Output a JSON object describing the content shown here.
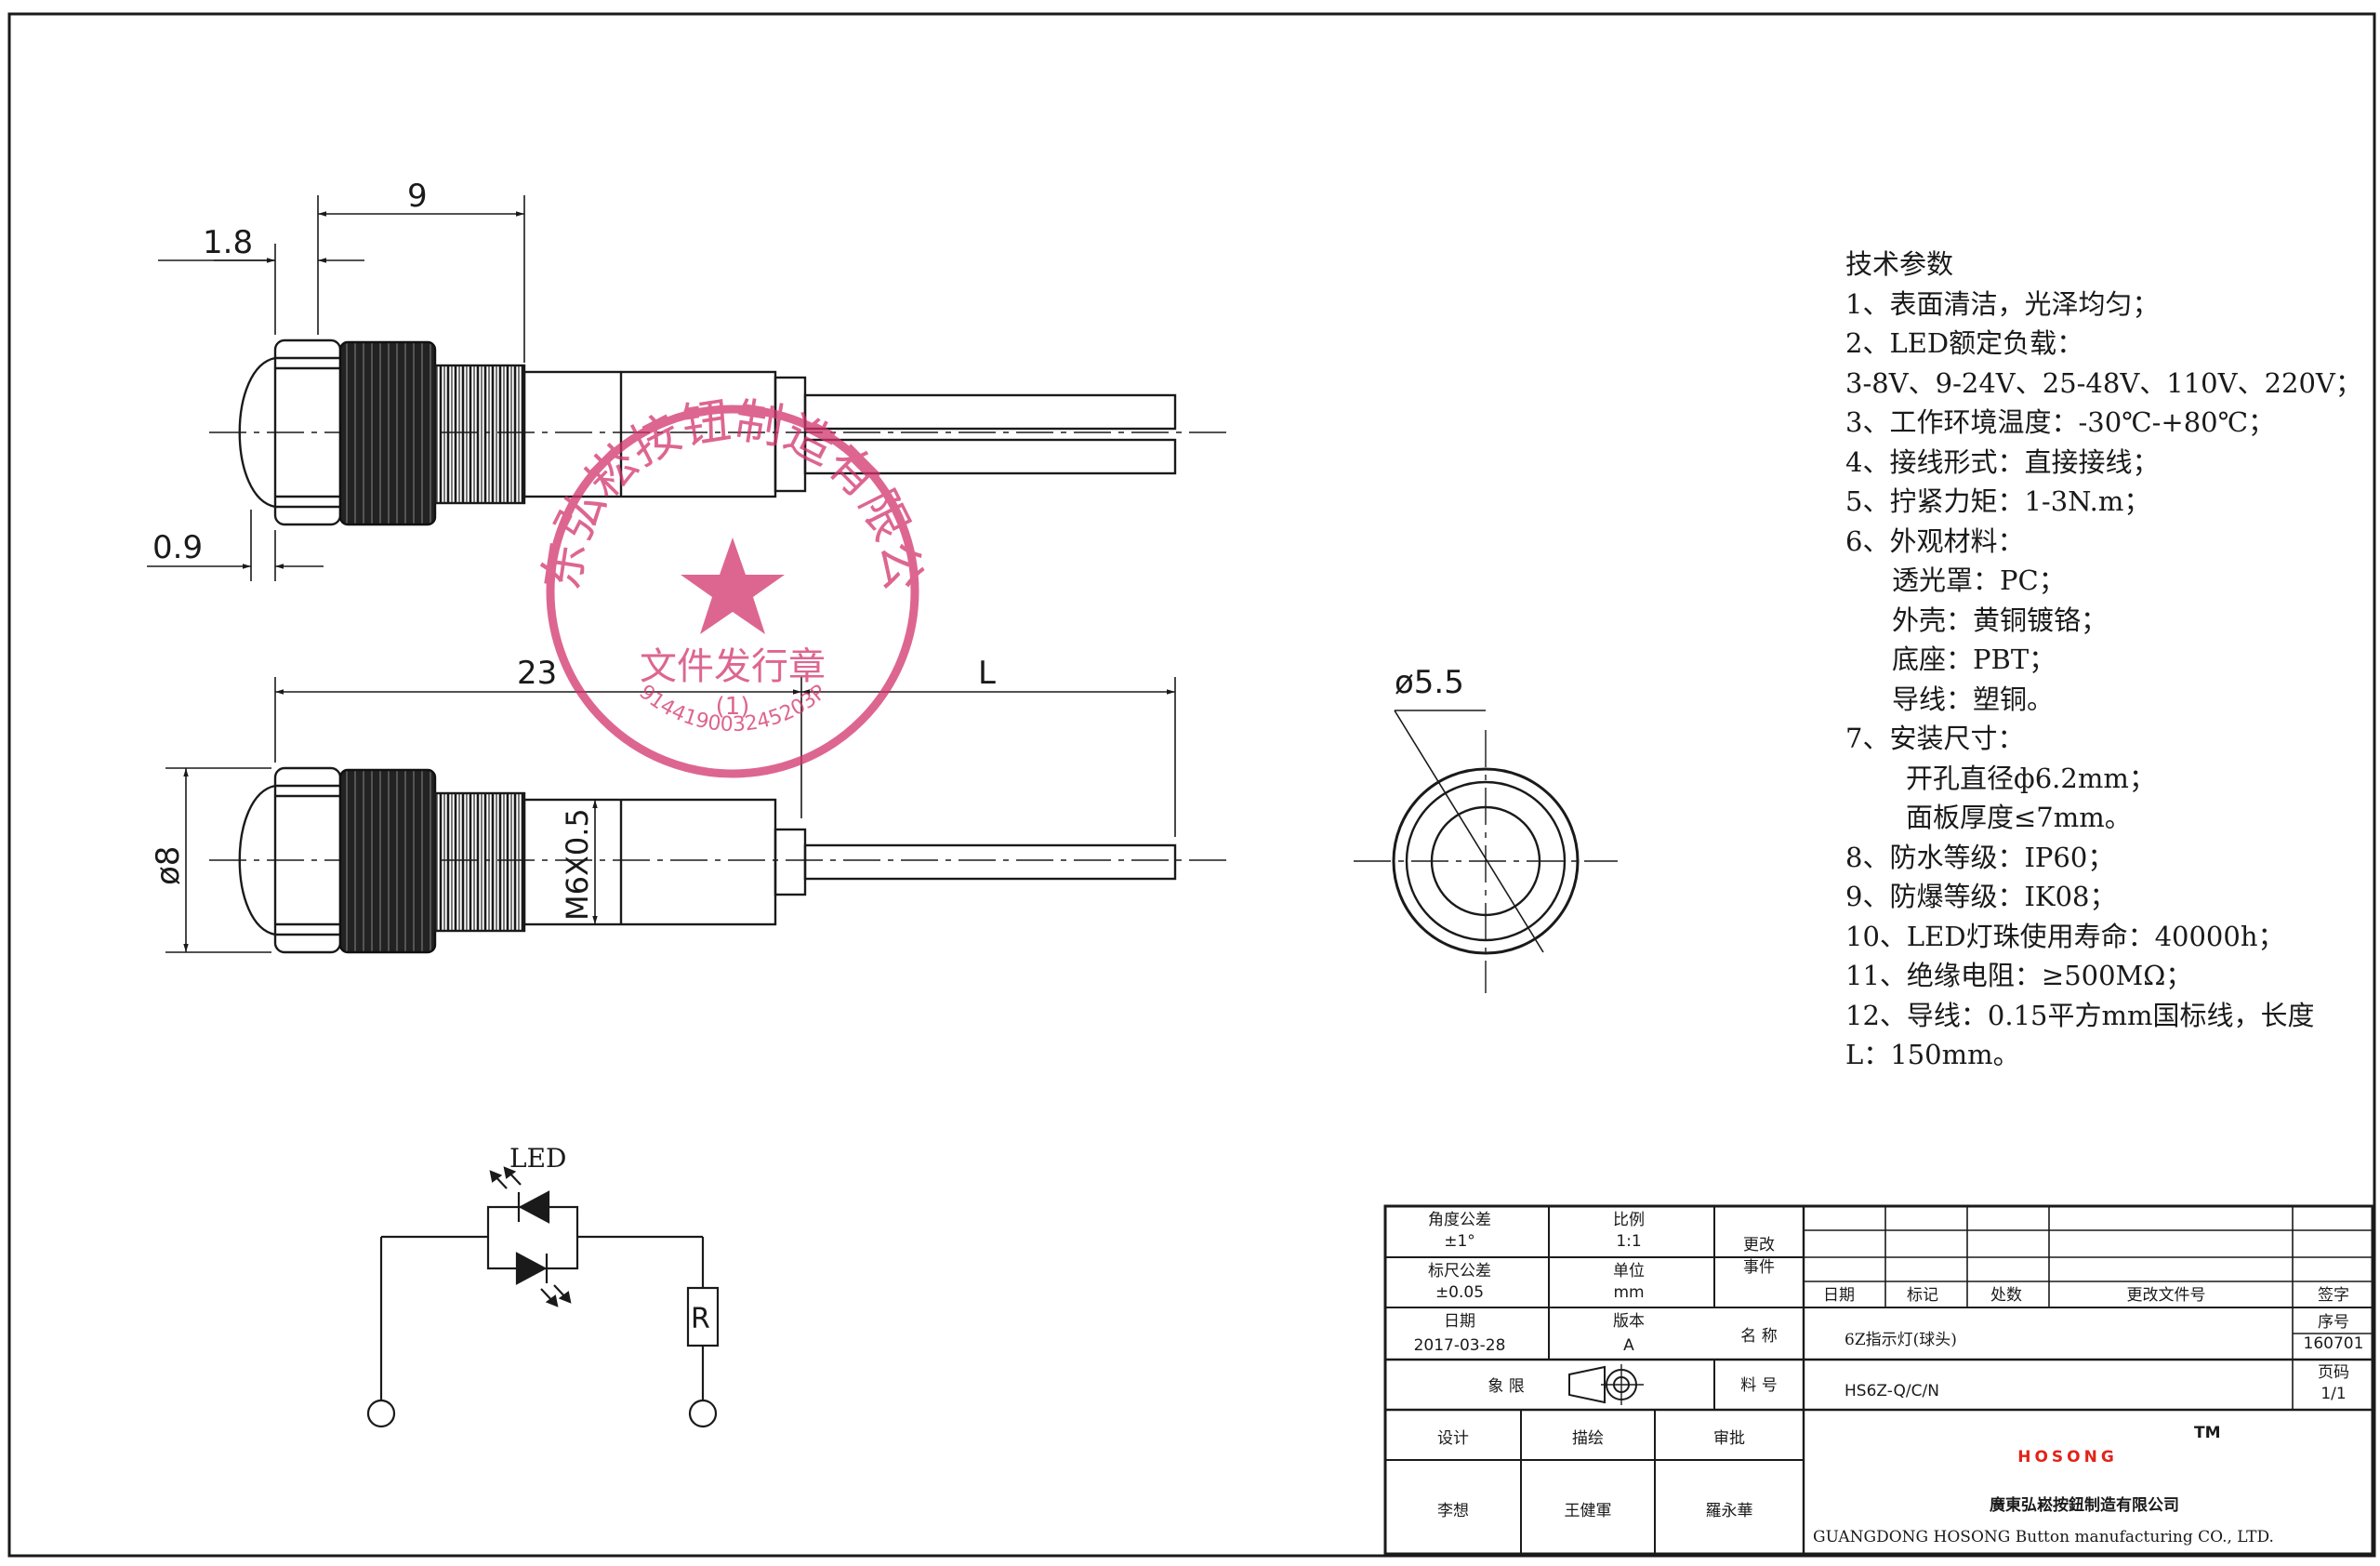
{
  "drawing": {
    "dims": {
      "d_1_8": "1.8",
      "d_9": "9",
      "d_0_9": "0.9",
      "d_23": "23",
      "d_L": "L",
      "d_dia8": "ø8",
      "d_thread": "M6X0.5",
      "d_dia5_5": "ø5.5"
    },
    "circuit": {
      "led_label": "LED",
      "resistor_label": "R"
    }
  },
  "specs": {
    "title": "技术参数",
    "items": [
      "1、表面清洁，光泽均匀；",
      "2、LED额定负载：",
      "3-8V、9-24V、25-48V、110V、220V；",
      "3、工作环境温度：-30℃-+80℃；",
      "4、接线形式：直接接线；",
      "5、拧紧力矩：1-3N.m；",
      "6、外观材料：",
      "透光罩：PC；",
      "外壳：黄铜镀铬；",
      "底座：PBT；",
      "导线：塑铜。",
      "7、安装尺寸：",
      "开孔直径ф6.2mm；",
      "面板厚度≤7mm。",
      "8、防水等级：IP60；",
      "9、防爆等级：IK08；",
      "10、LED灯珠使用寿命：40000h；",
      "11、绝缘电阻：≥500MΩ；",
      "12、导线：0.15平方mm国标线，长度",
      "L：150mm。"
    ]
  },
  "stamp": {
    "company_arc": "广东弘崧按钮制造有限公司",
    "code_arc": "914419003245203P",
    "center": "文件发行章",
    "sub": "(1)"
  },
  "title_block": {
    "angle_tol_label": "角度公差",
    "angle_tol_value": "±1°",
    "scale_label": "比例",
    "scale_value": "1:1",
    "change_event_label_1": "更改",
    "change_event_label_2": "事件",
    "size_tol_label": "标尺公差",
    "size_tol_value": "±0.05",
    "unit_label": "单位",
    "unit_value": "mm",
    "date_label": "日期",
    "date_value": "2017-03-28",
    "version_label": "版本",
    "version_value": "A",
    "quadrant_label": "象  限",
    "name_label": "名  称",
    "name_value": "6Z指示灯(球头)",
    "part_label": "料  号",
    "part_value": "HS6Z-Q/C/N",
    "rev_headers": [
      "日期",
      "标记",
      "处数",
      "更改文件号",
      "签字"
    ],
    "serial_label": "序号",
    "serial_value": "160701",
    "page_label": "页码",
    "page_value": "1/1",
    "design_label": "设计",
    "draw_label": "描绘",
    "approve_label": "审批",
    "designer": "李想",
    "drafter": "王健軍",
    "approver": "羅永華",
    "brand": "HOSONG",
    "tm": "TM",
    "company_cn": "廣東弘崧按鈕制造有限公司",
    "company_en": "GUANGDONG HOSONG Button manufacturing CO., LTD."
  },
  "colors": {
    "line": "#1a1a1a",
    "stamp": "#d2336b",
    "brand": "#e2231a"
  }
}
